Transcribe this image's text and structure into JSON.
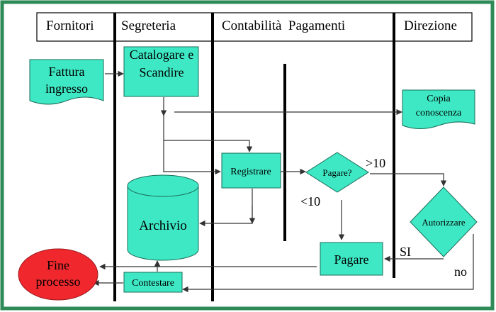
{
  "lanes": [
    "Fornitori",
    "Segreteria",
    "Contabilità  Pagamenti",
    "Direzione"
  ],
  "nodes": {
    "fattura": [
      "Fattura",
      "ingresso"
    ],
    "catalogare": [
      "Catalogare e",
      "Scandire"
    ],
    "copia": [
      "Copia",
      "conoscenza"
    ],
    "registrare": "Registrare",
    "pagare_q": "Pagare?",
    "archivio": "Archivio",
    "autorizzare": "Autorizzare",
    "pagare": "Pagare",
    "fine": [
      "Fine",
      "processo"
    ],
    "contestare": "Contestare"
  },
  "edge_labels": {
    "gt10": ">10",
    "lt10": "<10",
    "si": "SI",
    "no": "no"
  },
  "colors": {
    "border_green": "#2e8b57",
    "node_fill": "#3ee8c4",
    "end_fill": "#f0282d",
    "line": "#333333",
    "lane_divider": "#000000"
  }
}
